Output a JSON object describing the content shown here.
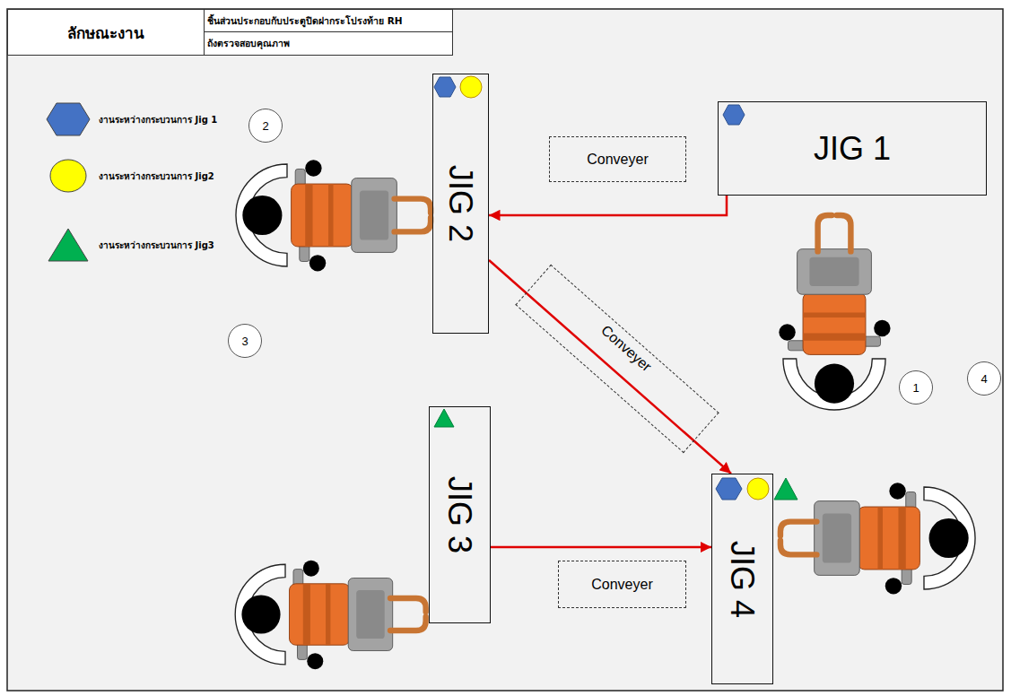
{
  "diagram": {
    "nodes": [
      {
        "text": [
          "ลักษณะงาน"
        ]
      },
      {
        "text": [
          "ชิ้นส่วนประกอบกับประตูปิดฝากระโปรงท้าย RH"
        ]
      },
      {
        "text": [
          "ถังตรวจสอบคุณภาพ"
        ]
      },
      {
        "text": [
          "JIG 2"
        ]
      },
      {
        "text": [
          "Conveyer"
        ]
      },
      {
        "text": [
          "JIG 1"
        ]
      },
      {
        "text": [
          "Conveyer"
        ]
      },
      {
        "text": [
          "JIG 3"
        ]
      },
      {
        "text": [
          "Conveyer"
        ]
      },
      {
        "text": [
          "JIG 4"
        ]
      }
    ],
    "edges": [
      {
        "from": 5,
        "to": 3,
        "arrow": "to"
      },
      {
        "from": 3,
        "to": 9,
        "arrow": "to"
      },
      {
        "from": 7,
        "to": 9,
        "arrow": "to"
      }
    ],
    "labels": [
      "2",
      "3",
      "4",
      "1"
    ],
    "legend": [
      {
        "text": "งานระหว่างกระบวนการ Jig 1",
        "color": "#4472c4"
      },
      {
        "text": "งานระหว่างกระบวนการ Jig2",
        "color": "#ffff00"
      },
      {
        "text": "งานระหว่างกระบวนการ Jig3",
        "color": "#00b050"
      }
    ]
  }
}
